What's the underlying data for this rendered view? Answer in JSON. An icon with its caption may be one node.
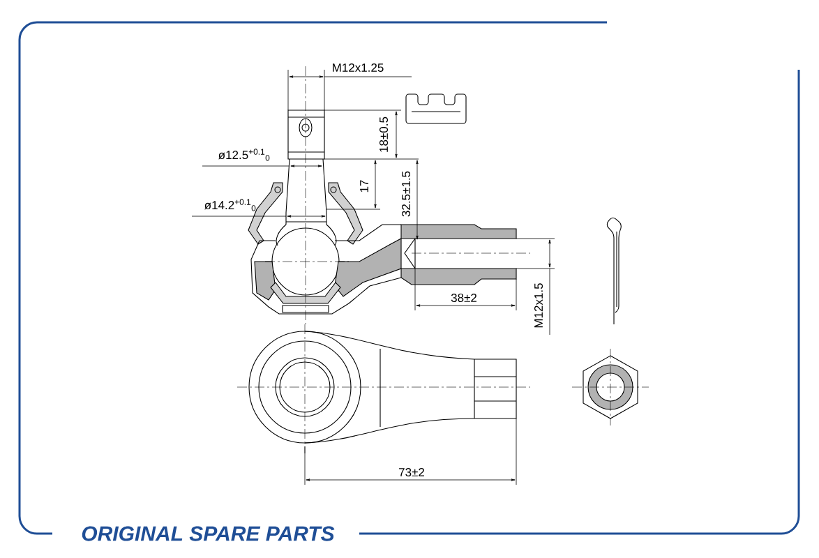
{
  "diagram": {
    "labels": [
      "M12x1.25",
      "18±0.5",
      "ø12.5$^{+0.1}$$_{0}$",
      "17",
      "32.5±1.5",
      "ø14.2$^{+0.1}$$_{0}$",
      "38±2",
      "M12x1.5",
      "73±2",
      "ORIGINAL SPARE PARTS"
    ]
  }
}
